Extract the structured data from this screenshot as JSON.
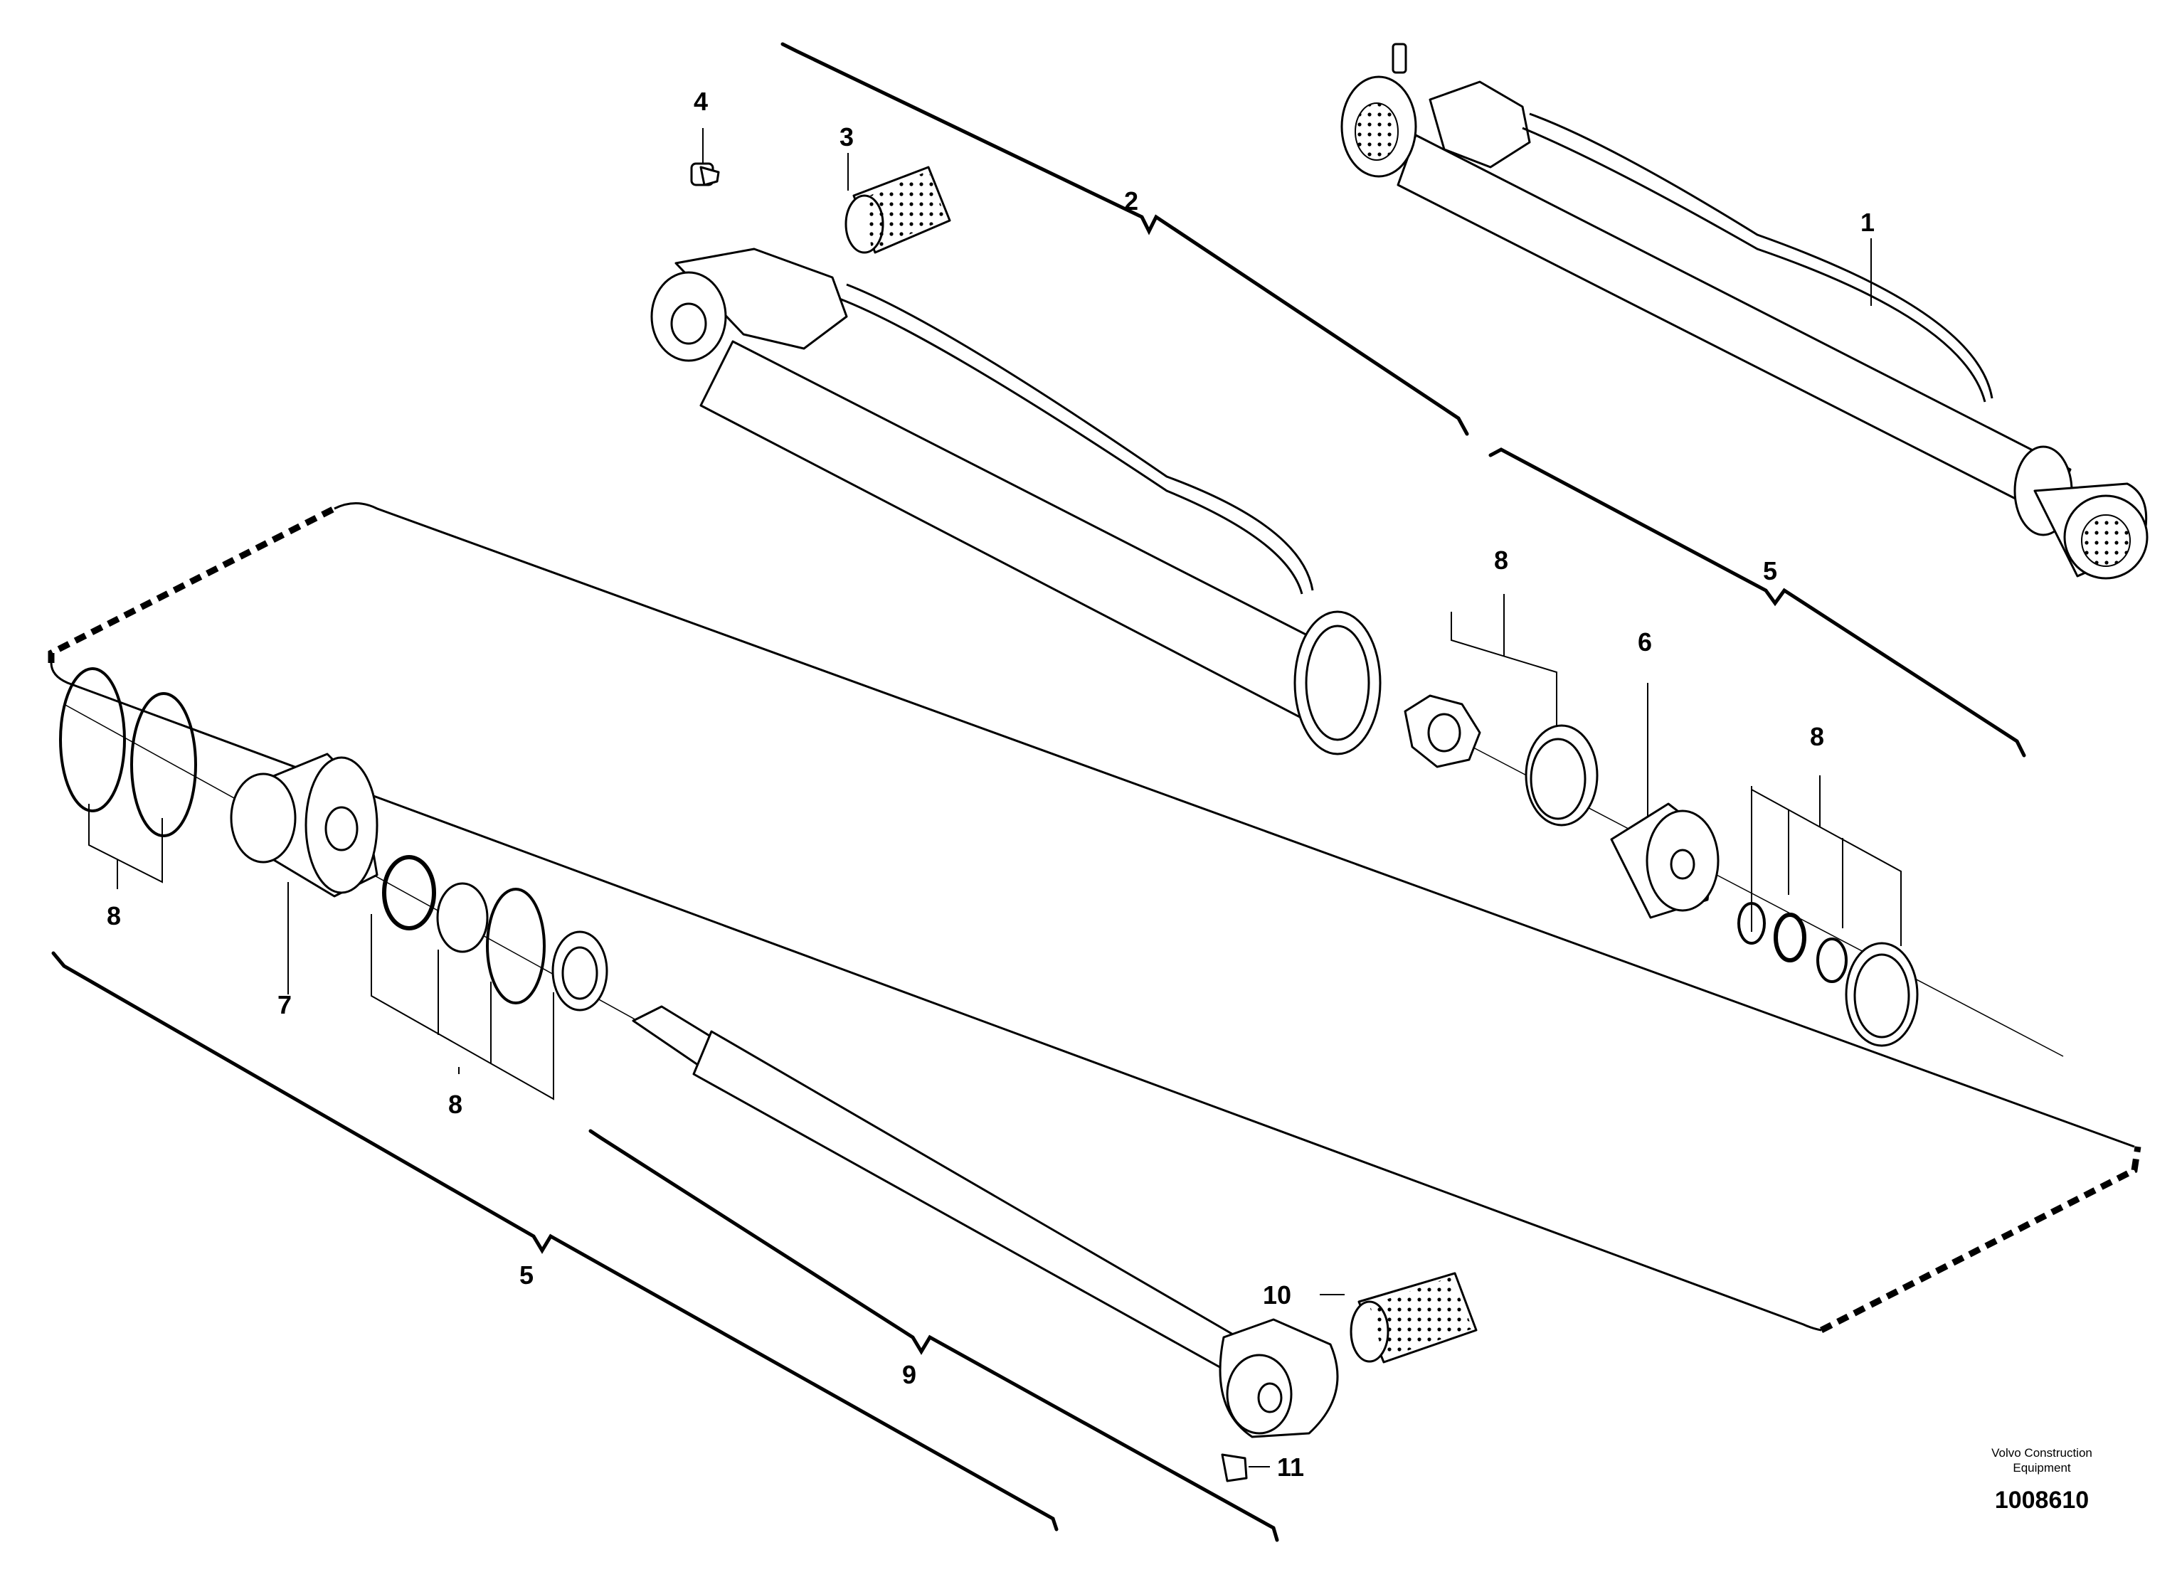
{
  "labels": {
    "l1": "1",
    "l2": "2",
    "l3": "3",
    "l4": "4",
    "l5a": "5",
    "l5b": "5",
    "l6": "6",
    "l7": "7",
    "l8a": "8",
    "l8b": "8",
    "l8c": "8",
    "l8d": "8",
    "l9": "9",
    "l10": "10",
    "l11": "11"
  },
  "footer": {
    "brand_line1": "Volvo Construction",
    "brand_line2": "Equipment",
    "drawing_number": "1008610"
  }
}
